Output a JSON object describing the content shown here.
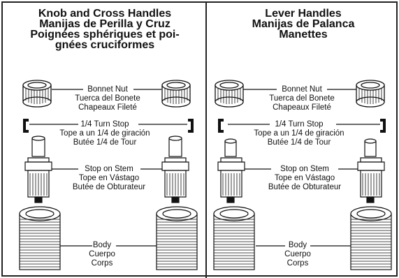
{
  "left_panel": {
    "title_lines": [
      "Knob and Cross Handles",
      "Manijas de Perilla y Cruz",
      "Poignées sphériques et poi-",
      "gnées cruciformes"
    ],
    "bonnet_nut": [
      "Bonnet Nut",
      "Tuerca del Bonete",
      "Chapeaux Fileté"
    ],
    "turn_stop": [
      "1/4 Turn Stop",
      "Tope a un 1/4 de giración",
      "Butée 1/4 de Tour"
    ],
    "stop_on_stem": [
      "Stop on Stem",
      "Tope en Vástago",
      "Butée de Obturateur"
    ],
    "body": [
      "Body",
      "Cuerpo",
      "Corps"
    ]
  },
  "right_panel": {
    "title_lines": [
      "Lever Handles",
      "Manijas de Palanca",
      "Manettes"
    ],
    "bonnet_nut": [
      "Bonnet Nut",
      "Tuerca del Bonete",
      "Chapeaux Fileté"
    ],
    "turn_stop": [
      "1/4 Turn Stop",
      "Tope a un 1/4 de giración",
      "Butée 1/4 de Tour"
    ],
    "stop_on_stem": [
      "Stop on Stem",
      "Tope en Vástago",
      "Butée de Obturateur"
    ],
    "body": [
      "Body",
      "Cuerpo",
      "Corps"
    ]
  }
}
